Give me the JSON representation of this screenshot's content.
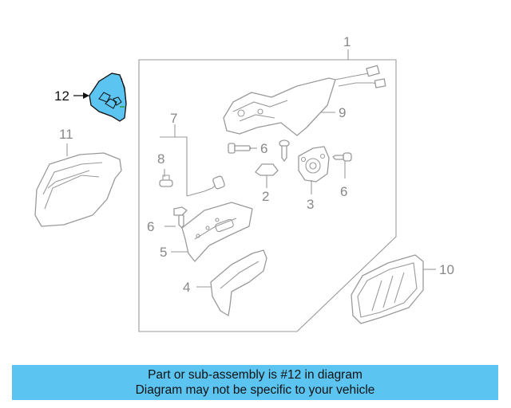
{
  "callouts": {
    "c1": "1",
    "c2": "2",
    "c3": "3",
    "c4": "4",
    "c5": "5",
    "c6a": "6",
    "c6b": "6",
    "c6c": "6",
    "c7": "7",
    "c8": "8",
    "c9": "9",
    "c10": "10",
    "c11": "11",
    "c12": "12"
  },
  "highlight": {
    "part_number": "12",
    "color": "#5bc4f1"
  },
  "caption": {
    "line1": "Part or sub-assembly is #12 in diagram",
    "line2": "Diagram may not be specific to your vehicle",
    "background": "#5bc4f1"
  }
}
